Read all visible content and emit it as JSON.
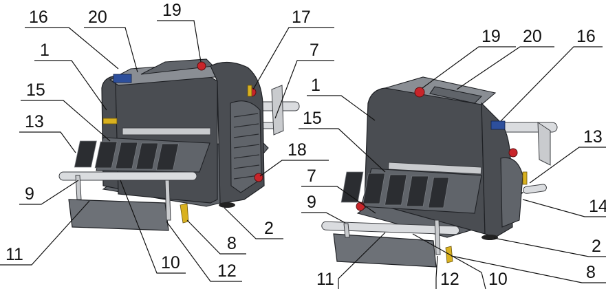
{
  "colors": {
    "housing": "#4a4d52",
    "metal": "#c9cbce",
    "knob": "#c8252a",
    "accent_yellow": "#d9b11f",
    "display": "#2d4f9c"
  },
  "left_view": {
    "callouts": [
      {
        "id": "c16",
        "label": "16"
      },
      {
        "id": "c20",
        "label": "20"
      },
      {
        "id": "c19",
        "label": "19"
      },
      {
        "id": "c17",
        "label": "17"
      },
      {
        "id": "c1",
        "label": "1"
      },
      {
        "id": "c7",
        "label": "7"
      },
      {
        "id": "c15",
        "label": "15"
      },
      {
        "id": "c13",
        "label": "13"
      },
      {
        "id": "c18",
        "label": "18"
      },
      {
        "id": "c9",
        "label": "9"
      },
      {
        "id": "c2",
        "label": "2"
      },
      {
        "id": "c8",
        "label": "8"
      },
      {
        "id": "c11",
        "label": "11"
      },
      {
        "id": "c10",
        "label": "10"
      },
      {
        "id": "c12",
        "label": "12"
      }
    ]
  },
  "right_view": {
    "callouts": [
      {
        "id": "c19",
        "label": "19"
      },
      {
        "id": "c20",
        "label": "20"
      },
      {
        "id": "c16",
        "label": "16"
      },
      {
        "id": "c1",
        "label": "1"
      },
      {
        "id": "c15",
        "label": "15"
      },
      {
        "id": "c13",
        "label": "13"
      },
      {
        "id": "c7",
        "label": "7"
      },
      {
        "id": "c9",
        "label": "9"
      },
      {
        "id": "c14",
        "label": "14"
      },
      {
        "id": "c2",
        "label": "2"
      },
      {
        "id": "c11",
        "label": "11"
      },
      {
        "id": "c12",
        "label": "12"
      },
      {
        "id": "c10",
        "label": "10"
      },
      {
        "id": "c8",
        "label": "8"
      }
    ]
  }
}
